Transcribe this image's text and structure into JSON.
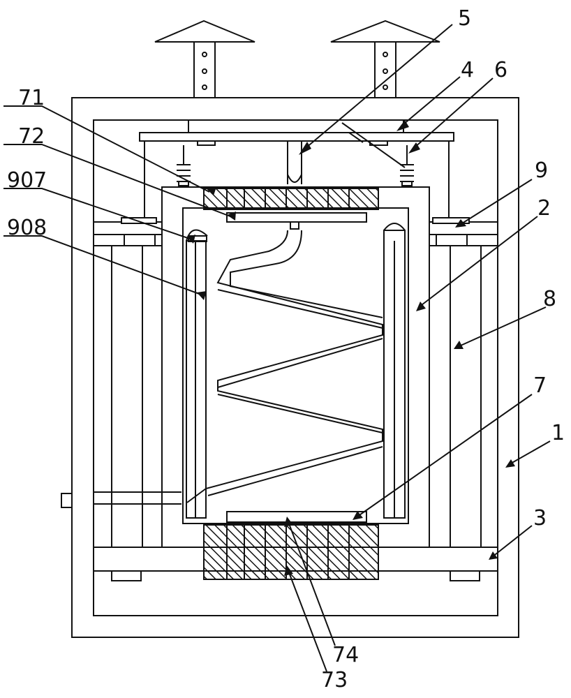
{
  "labels": {
    "l5": "5",
    "l4": "4",
    "l6": "6",
    "l71": "71",
    "l72": "72",
    "l907": "907",
    "l908": "908",
    "l9": "9",
    "l2": "2",
    "l8": "8",
    "l7": "7",
    "l1": "1",
    "l3": "3",
    "l74": "74",
    "l73": "73"
  },
  "colors": {
    "line": "#111111",
    "paper": "#ffffff"
  }
}
